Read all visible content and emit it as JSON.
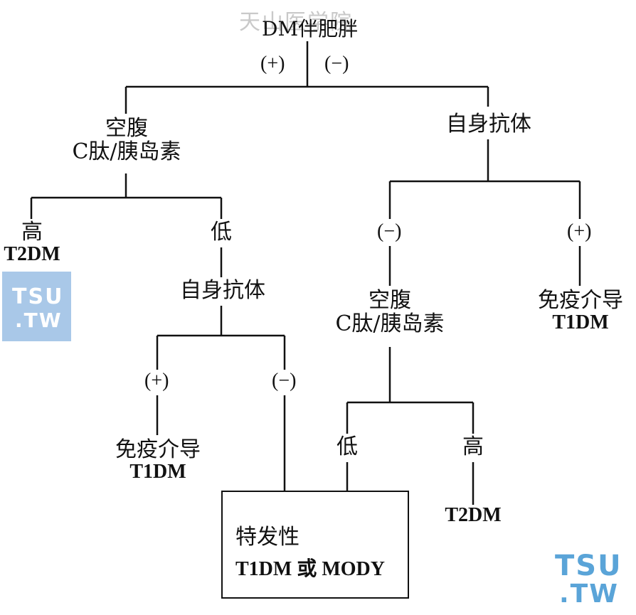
{
  "watermark": "天山医学院",
  "root": {
    "line1": "DM伴肥胖"
  },
  "root_signs": {
    "plus": "(+)",
    "minus": "(−)"
  },
  "left": {
    "title_line1": "空腹",
    "title_line2": "C肽/胰岛素",
    "high": {
      "label": "高",
      "result": "T2DM"
    },
    "low": {
      "label": "低"
    },
    "antibody": "自身抗体",
    "plus": "(+)",
    "minus": "(−)",
    "immune": {
      "line1": "免疫介导",
      "line2": "T1DM"
    }
  },
  "right": {
    "antibody": "自身抗体",
    "minus": "(−)",
    "plus": "(+)",
    "immune": {
      "line1": "免疫介导",
      "line2": "T1DM"
    },
    "fasting_line1": "空腹",
    "fasting_line2": "C肽/胰岛素",
    "low": "低",
    "high": "高",
    "high_result": "T2DM"
  },
  "box": {
    "line1": "特发性",
    "line2": "T1DM 或 MODY"
  },
  "logo": {
    "top": "TSU",
    "bottom": ".TW"
  },
  "colors": {
    "line": "#111111",
    "logo_left_bg": "#a9c8e8",
    "logo_right_text": "#5aa4d8"
  }
}
